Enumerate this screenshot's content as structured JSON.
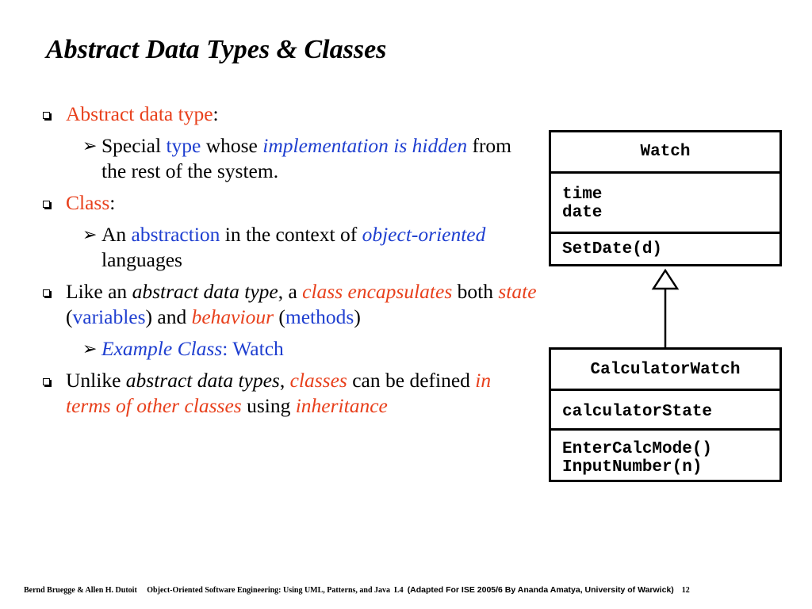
{
  "title": "Abstract Data Types & Classes",
  "bullets": {
    "b1": {
      "term": "Abstract data type",
      "colon": ":"
    },
    "b1a": {
      "arrow": "➢",
      "t1": "Special ",
      "t2": "type",
      "t3": " whose ",
      "t4": "implementation is hidden",
      "t5": " from the rest of the system."
    },
    "b2": {
      "term": "Class",
      "colon": ":"
    },
    "b2a": {
      "arrow": "➢",
      "t1": "An ",
      "t2": "abstraction",
      "t3": " in the context of ",
      "t4": "object-oriented",
      "t5": "  languages"
    },
    "b3": {
      "t1": "Like an ",
      "t2": "abstract data type",
      "t3": ", a ",
      "t4": "class encapsulates",
      "t5": " both ",
      "t6": "state",
      "t7": " (",
      "t8": "variables",
      "t9": ") and ",
      "t10": "behaviour",
      "t11": " (",
      "t12": "methods",
      "t13": ")"
    },
    "b3a": {
      "arrow": "➢",
      "t1": "Example Class",
      "t2": ": Watch"
    },
    "b4": {
      "t1": "Unlike ",
      "t2": "abstract data types",
      "t3": ", ",
      "t4": "classes",
      "t5": " can be defined ",
      "t6": "in terms of other classes",
      "t7": " using ",
      "t8": "inheritance"
    }
  },
  "uml": {
    "watch": {
      "name": "Watch",
      "attributes": [
        "time",
        "date"
      ],
      "operations": [
        "SetDate(d)"
      ]
    },
    "calculator_watch": {
      "name": "CalculatorWatch",
      "attributes": [
        "calculatorState"
      ],
      "operations": [
        "EnterCalcMode()",
        "InputNumber(n)"
      ]
    }
  },
  "footer": {
    "authors": "Bernd Bruegge & Allen H. Dutoit",
    "book": "Object-Oriented Software Engineering: Using UML, Patterns, and Java",
    "lecture": "L4",
    "adapted": "(Adapted For ISE 2005/6 By Ananda Amatya, University of Warwick)",
    "page": "12"
  },
  "colors": {
    "red": "#e8401c",
    "blue": "#1f3fd0"
  }
}
